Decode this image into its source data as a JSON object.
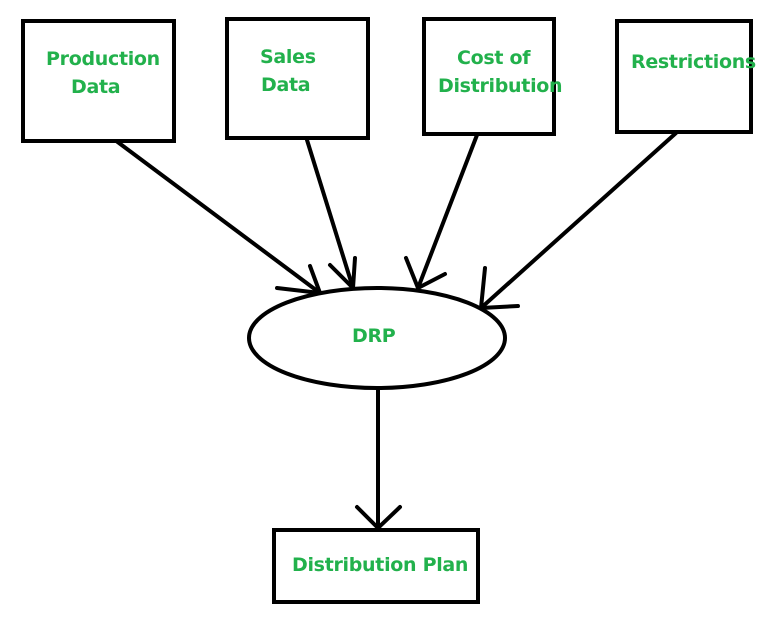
{
  "colors": {
    "text": "#22b14c",
    "stroke": "#000000",
    "background": "#ffffff"
  },
  "inputs": [
    {
      "id": "production",
      "lines": [
        "Production",
        "Data"
      ]
    },
    {
      "id": "sales",
      "lines": [
        "Sales",
        "Data"
      ]
    },
    {
      "id": "cost",
      "lines": [
        "Cost of",
        "Distribution"
      ]
    },
    {
      "id": "restrictions",
      "lines": [
        "Restrictions"
      ]
    }
  ],
  "process": {
    "label": "DRP"
  },
  "output": {
    "label": "Distribution Plan"
  }
}
